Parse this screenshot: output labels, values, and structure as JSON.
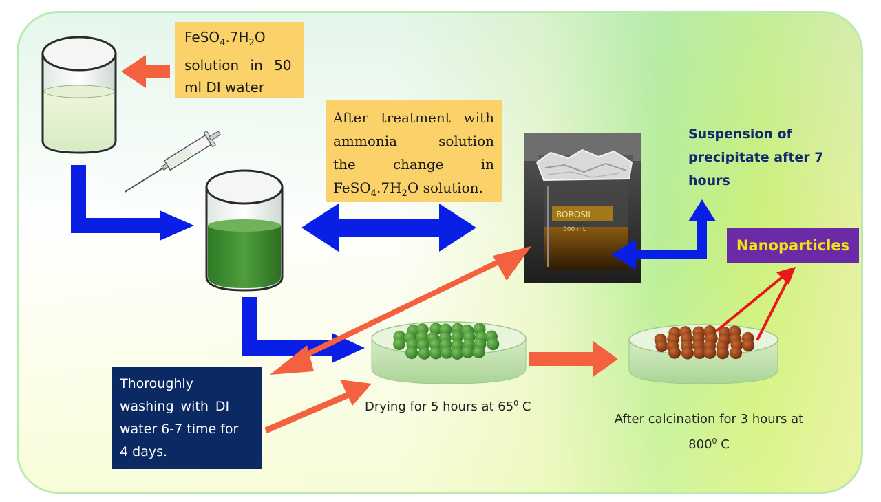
{
  "boxes": {
    "feso4": {
      "line1_base": "FeSO",
      "line1_sub1": "4",
      "line1_mid": ".7H",
      "line1_sub2": "2",
      "line1_end": "O",
      "line2": "solution in 50",
      "line3": "ml DI water"
    },
    "ammonia": {
      "line1": "After treatment with",
      "line2": "ammonia solution",
      "line3": "the change in",
      "line4_base": "FeSO",
      "line4_sub1": "4",
      "line4_mid": ".7H",
      "line4_sub2": "2",
      "line4_end": "O solution."
    },
    "washing": {
      "line1": "Thoroughly",
      "line2": "washing with DI",
      "line3": "water 6-7 time for",
      "line4": "4 days."
    },
    "nanoparticles": {
      "label": "Nanoparticles"
    }
  },
  "captions": {
    "suspension": {
      "line1": "Suspension of",
      "line2": "precipitate after 7",
      "line3": "hours"
    },
    "drying": {
      "text_before": "Drying for 5 hours at 65",
      "sup": "0",
      "text_after": " C"
    },
    "calcination": {
      "line1": "After calcination for 3 hours at",
      "line2_before": "800",
      "line2_sup": "0",
      "line2_after": " C"
    }
  },
  "photo": {
    "label_brand": "BOROSIL",
    "label_volume": "500 mL"
  },
  "colors": {
    "blue_arrow": "#0a1fe6",
    "orange_arrow": "#f4613f",
    "red_arrow": "#e81818",
    "yellow_box": "#fbd169",
    "navy_box": "#0b2a63",
    "purple_box": "#6b2aa6",
    "nanoparticle_text": "#f5e011",
    "suspension_text": "#102a6e",
    "green_solution": "#4c9a3c",
    "green_beads": "#3d8a2c",
    "brown_beads": "#8f3e14"
  },
  "icons": {
    "beaker": "beaker-icon",
    "syringe": "syringe-icon",
    "petri_dish": "petri-dish-icon",
    "photo": "beaker-photo"
  }
}
